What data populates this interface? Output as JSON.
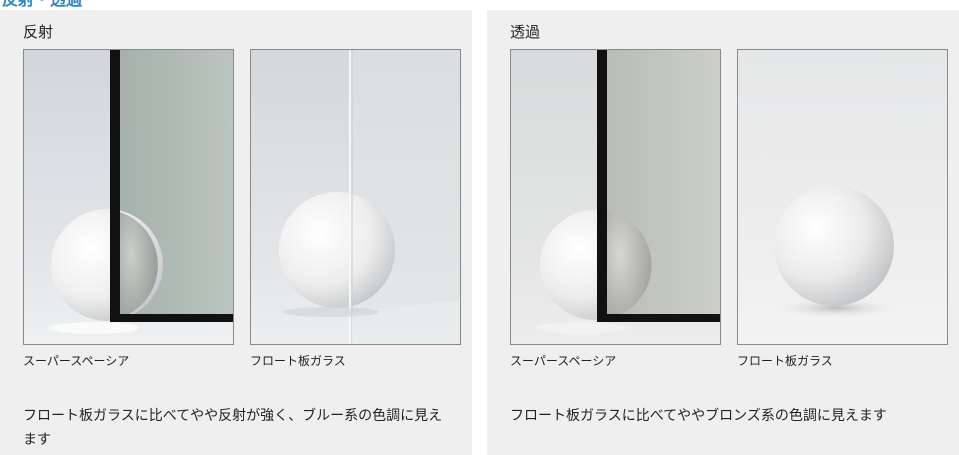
{
  "top_heading": "反射・透過",
  "panels": {
    "reflect": {
      "title": "反射",
      "left_caption": "スーパースペーシア",
      "right_caption": "フロート板ガラス",
      "description": "フロート板ガラスに比べてやや反射が強く、ブルー系の色調に見えます"
    },
    "transmit": {
      "title": "透過",
      "left_caption": "スーパースペーシア",
      "right_caption": "フロート板ガラス",
      "description": "フロート板ガラスに比べてややブロンズ系の色調に見えます"
    }
  },
  "colors": {
    "heading": "#2a87c6",
    "panel_bg": "#efefef",
    "frame": "#111111"
  }
}
